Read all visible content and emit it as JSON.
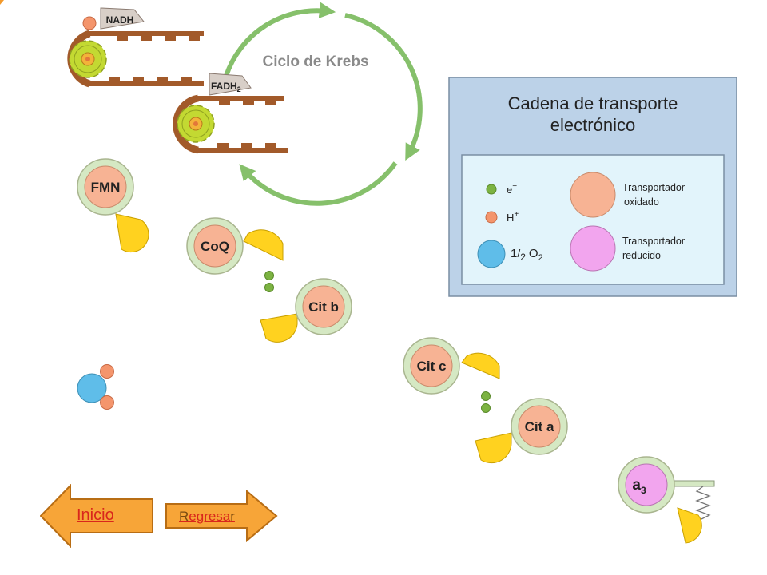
{
  "krebs": {
    "label": "Ciclo de Krebs"
  },
  "cofactors": {
    "nadh": "NADH",
    "fadh": "FADH",
    "fadh_sub": "2"
  },
  "carriers": {
    "fmn": "FMN",
    "coq": "CoQ",
    "citb": "Cit b",
    "citc": "Cit c",
    "cita": "Cit a",
    "a3_main": "a",
    "a3_sub": "3"
  },
  "legend": {
    "title_line1": "Cadena de transporte",
    "title_line2": "electrónico",
    "electron": "e",
    "electron_sup": "−",
    "proton": "H",
    "proton_sup": "+",
    "oxygen_num": "1",
    "oxygen_den": "2",
    "oxygen": "O",
    "oxygen_sub": "2",
    "oxidized_line1": "Transportador",
    "oxidized_line2": "oxidado",
    "reduced_line1": "Transportador",
    "reduced_line2": "reducido"
  },
  "nav": {
    "inicio": "Inicio",
    "regresar_first": "R",
    "regresar_mid": "egresa",
    "regresar_last": "r"
  },
  "colors": {
    "carrier_fill": "#f7b394",
    "carrier_ring": "#d5e8c3",
    "reduced_fill": "#f2a5ee",
    "yellow": "#ffd21f",
    "green_dot": "#7cb342",
    "proton": "#f4956c",
    "oxygen": "#5fbde9",
    "krebs_arrow": "#86c06b",
    "legend_bg": "#bcd2e8",
    "legend_inner": "#e2f4fb",
    "gear_track": "#a25a2a",
    "gear": "#c3d932",
    "nav_arrow": "#f7a538"
  }
}
